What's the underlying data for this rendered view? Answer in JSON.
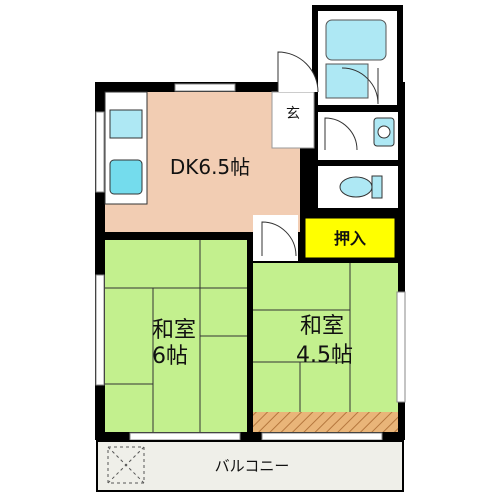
{
  "plan": {
    "rooms": {
      "dk": {
        "label": "DK6.5帖",
        "color": "#f2cdb3"
      },
      "washitsu_left": {
        "line1": "和室",
        "line2": "6帖",
        "color": "#c3f08e"
      },
      "washitsu_right": {
        "line1": "和室",
        "line2": "4.5帖",
        "color": "#c3f08e"
      },
      "genkan": {
        "label": "玄"
      },
      "oshiire": {
        "label": "押入",
        "color": "#ffff00"
      },
      "balcony": {
        "label": "バルコニー",
        "color": "#efefe9"
      }
    },
    "colors": {
      "wall": "#000000",
      "fixture": "#aee8f4",
      "fixture_fill": "#74dced",
      "floor_strip": "#d39a5d"
    }
  }
}
